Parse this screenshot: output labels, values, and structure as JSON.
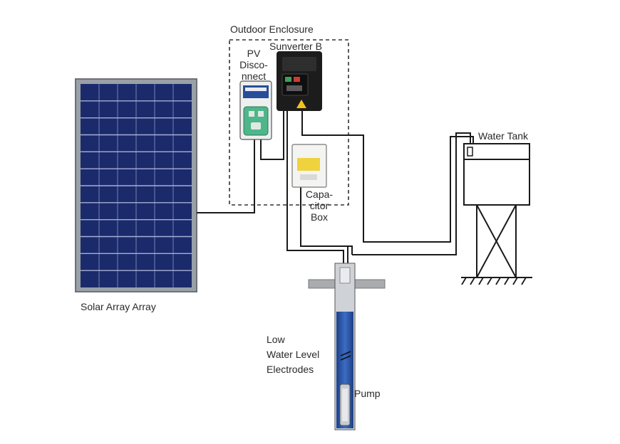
{
  "labels": {
    "enclosure": "Outdoor Enclosure",
    "pv_line1": "PV",
    "pv_line2": "Disco-",
    "pv_line3": "nnect",
    "sunverter": "Sunverter B",
    "capacitor_line1": "Capa-",
    "capacitor_line2": "citor",
    "capacitor_line3": "Box",
    "water_tank": "Water Tank",
    "solar_array": "Solar Array Array",
    "electrodes_line1": "Low",
    "electrodes_line2": "Water Level",
    "electrodes_line3": "Electrodes",
    "pump": "Pump"
  },
  "colors": {
    "panel_cell": "#1b2a6b",
    "panel_frame": "#8a8e96",
    "wire": "#1a1a1a",
    "well_water": "#2f58a8",
    "disconnect_green": "#4fb58a",
    "inverter_body": "#1c1c1c",
    "ground_slab": "#a9abae"
  }
}
